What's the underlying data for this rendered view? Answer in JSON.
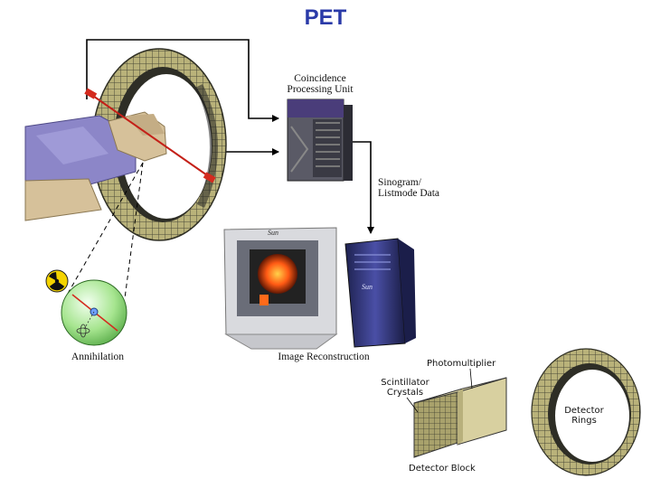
{
  "title": "PET",
  "colors": {
    "title": "#2a3aa8",
    "ring_tile": "#b9b27a",
    "ring_dark": "#3a3a30",
    "body_purple": "#8c86c8",
    "skin": "#d6c19a",
    "workstation": "#3b3f8f",
    "sphere": "#9fdf8a",
    "lor_red": "#d42b1f"
  },
  "labels": {
    "coincidence": [
      "Coincidence",
      "Processing Unit"
    ],
    "sinogram": [
      "Sinogram/",
      "Listmode Data"
    ],
    "annihilation": "Annihilation",
    "reconstruction": "Image Reconstruction",
    "photomultiplier": "Photomultiplier",
    "scintillator": [
      "Scintillator",
      "Crystals"
    ],
    "detector_block": "Detector Block",
    "detector_rings": [
      "Detector",
      "Rings"
    ],
    "monitor_brand": "Sun",
    "tower_brand": "Sun"
  },
  "icons": {
    "radiation": "radiation-icon"
  }
}
